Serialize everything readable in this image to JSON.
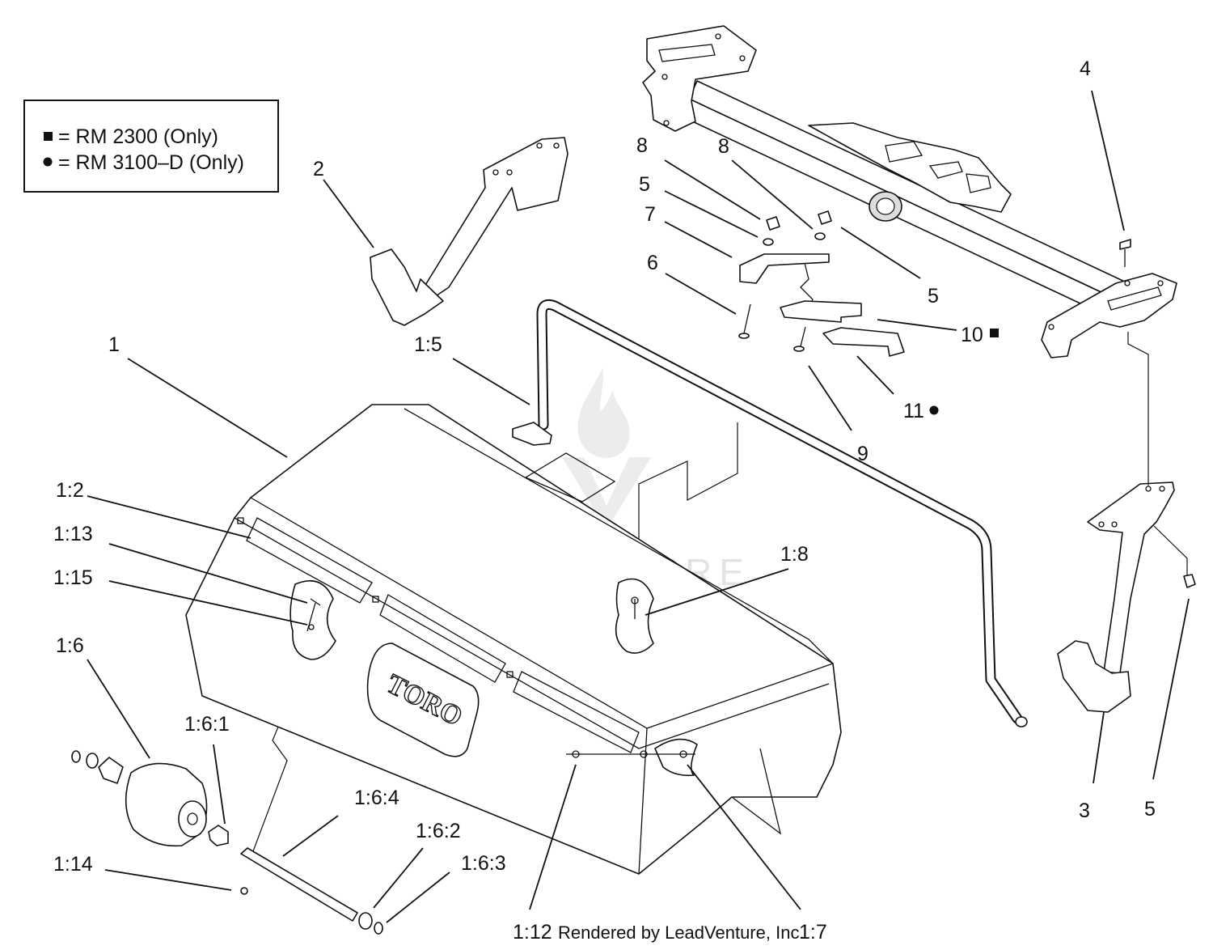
{
  "legend": {
    "square_entry": "= RM 2300 (Only)",
    "dot_entry": "= RM 3100–D (Only)"
  },
  "brand": {
    "logo_text": "TORO"
  },
  "watermark": {
    "text": "LEADVENTURE"
  },
  "footer": {
    "left_callout": "1:12",
    "credit": "Rendered by LeadVenture, Inc.",
    "right_callout": "1:7"
  },
  "callouts": {
    "c1": "1",
    "c2": "2",
    "c3": "3",
    "c4": "4",
    "c5a": "5",
    "c5b": "5",
    "c5c": "5",
    "c6": "6",
    "c7": "7",
    "c8a": "8",
    "c8b": "8",
    "c9": "9",
    "c10": "10",
    "c11": "11",
    "c1_2": "1:2",
    "c1_5": "1:5",
    "c1_6": "1:6",
    "c1_6_1": "1:6:1",
    "c1_6_2": "1:6:2",
    "c1_6_3": "1:6:3",
    "c1_6_4": "1:6:4",
    "c1_8": "1:8",
    "c1_13": "1:13",
    "c1_14": "1:14",
    "c1_15": "1:15"
  },
  "icons": {
    "square_marker": "square-marker-icon",
    "dot_marker": "dot-marker-icon",
    "flame_logo": "flame-logo-icon"
  }
}
